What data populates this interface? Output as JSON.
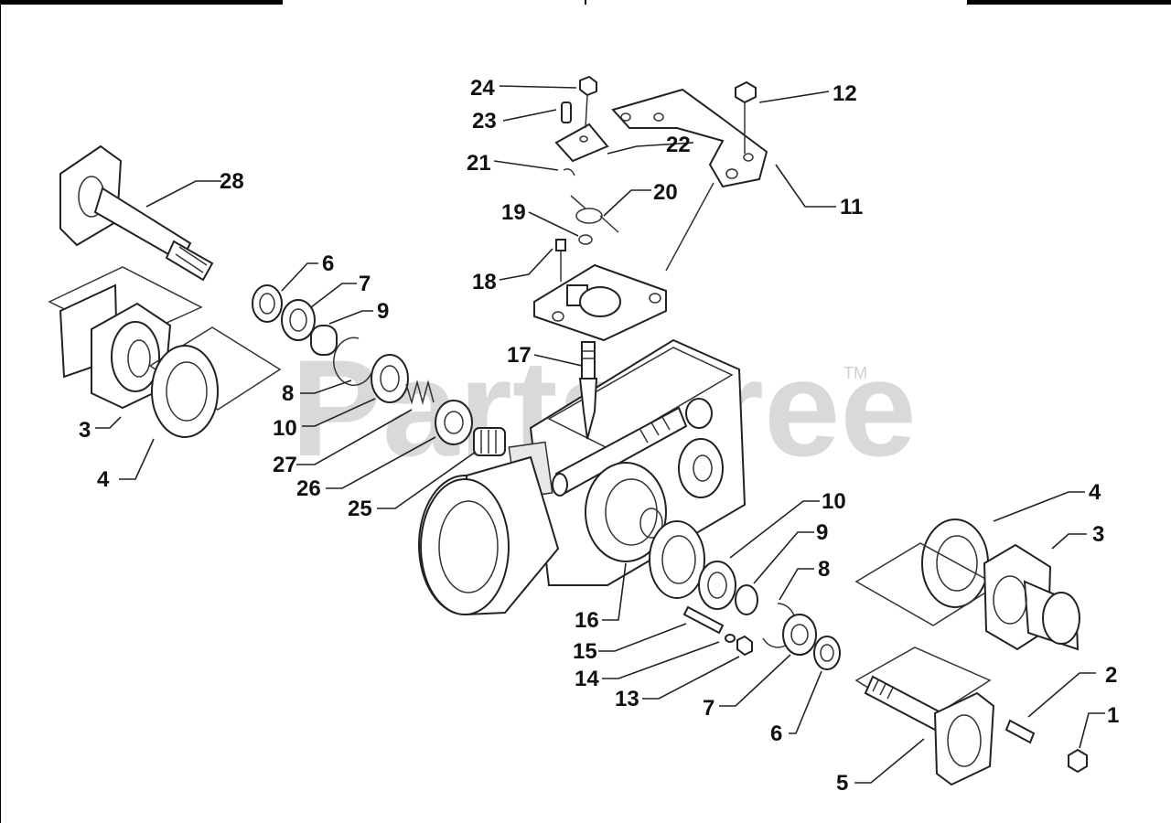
{
  "watermark": {
    "text": "PartsTree",
    "trademark": "TM"
  },
  "callouts": {
    "c1": "1",
    "c2": "2",
    "c3_left": "3",
    "c3_right": "3",
    "c4_left": "4",
    "c4_right": "4",
    "c5": "5",
    "c6_left": "6",
    "c6_right": "6",
    "c7_left": "7",
    "c7_right": "7",
    "c8_left": "8",
    "c8_right": "8",
    "c9_left": "9",
    "c9_right": "9",
    "c10_left": "10",
    "c10_right": "10",
    "c11": "11",
    "c12": "12",
    "c13": "13",
    "c14": "14",
    "c15": "15",
    "c16": "16",
    "c17": "17",
    "c18": "18",
    "c19": "19",
    "c20": "20",
    "c21": "21",
    "c22": "22",
    "c23": "23",
    "c24": "24",
    "c25": "25",
    "c26": "26",
    "c27": "27",
    "c28": "28"
  }
}
